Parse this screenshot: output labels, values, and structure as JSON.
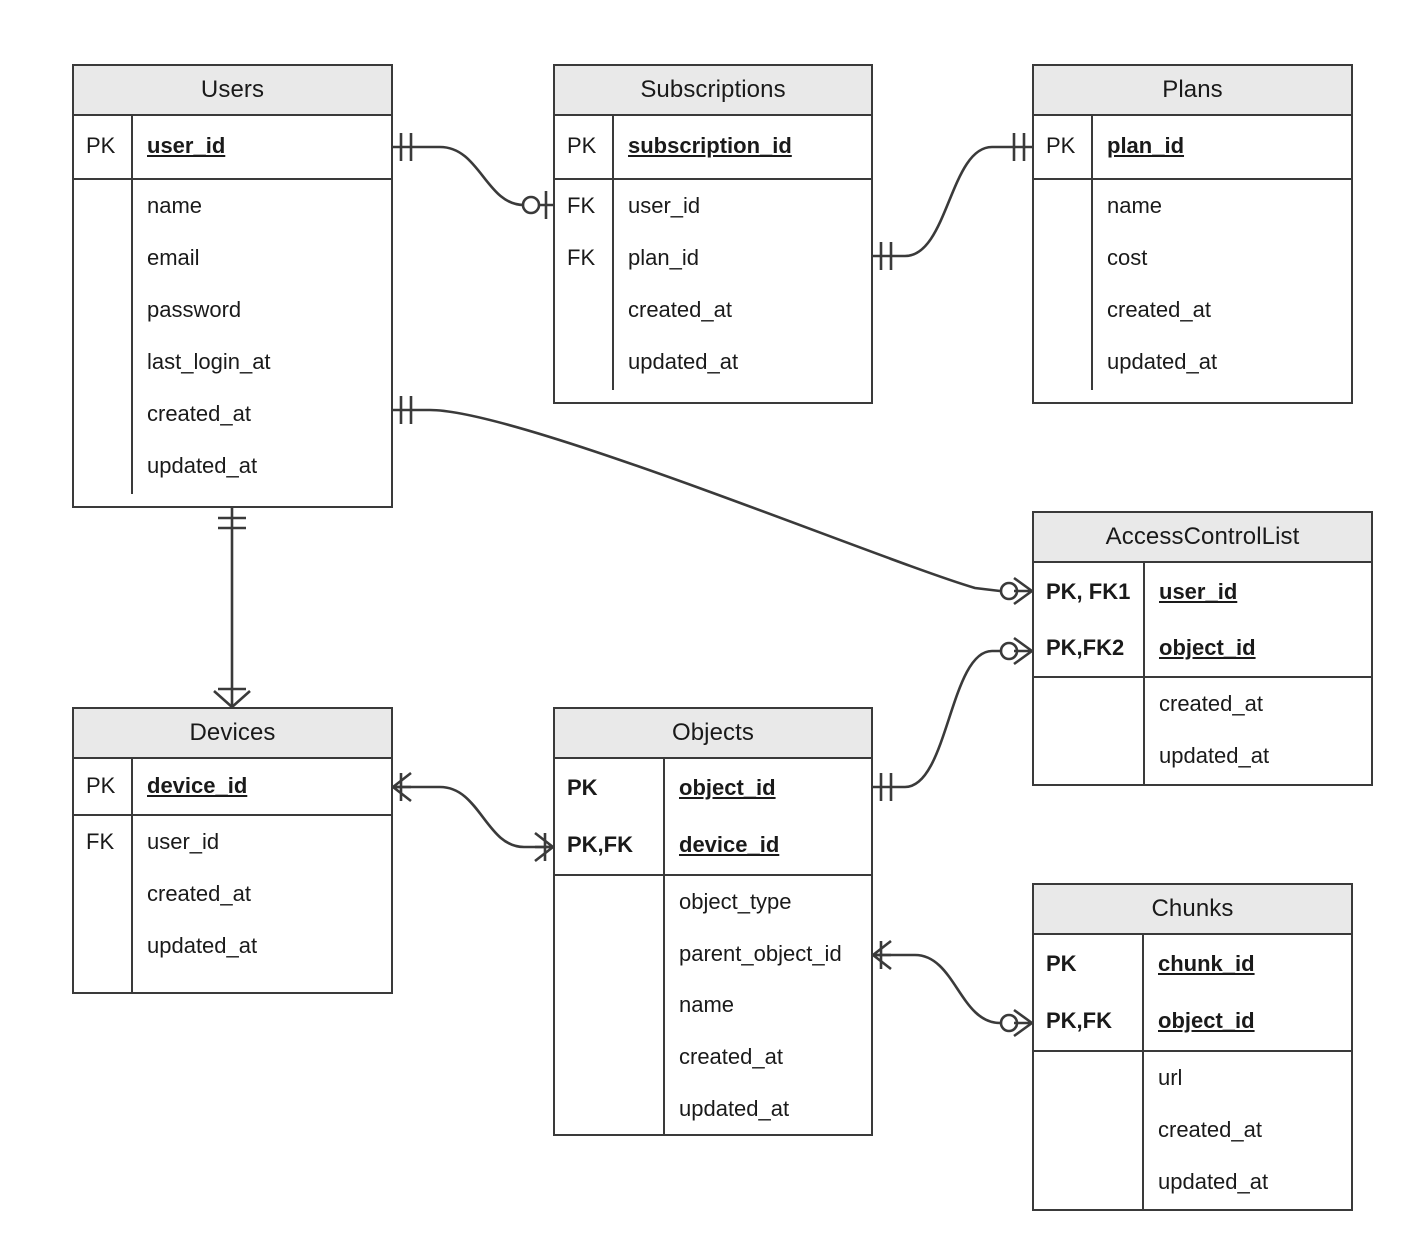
{
  "diagram": {
    "kind": "entity-relationship-diagram",
    "notation": "crows-foot",
    "colors": {
      "header_fill": "#e9e9e9",
      "border": "#3a3a3a",
      "text": "#1a1a1a",
      "background": "#ffffff"
    }
  },
  "entities": [
    {
      "id": "users",
      "title": "Users",
      "keys": [
        {
          "key": "PK",
          "field": "user_id",
          "bold": false,
          "underline": true
        }
      ],
      "attributes": [
        "name",
        "email",
        "password",
        "last_login_at",
        "created_at",
        "updated_at"
      ]
    },
    {
      "id": "subscriptions",
      "title": "Subscriptions",
      "keys": [
        {
          "key": "PK",
          "field": "subscription_id",
          "bold": false,
          "underline": true
        }
      ],
      "attributes": [
        "user_id",
        "plan_id",
        "created_at",
        "updated_at"
      ],
      "attribute_keys": [
        "FK",
        "FK",
        "",
        ""
      ]
    },
    {
      "id": "plans",
      "title": "Plans",
      "keys": [
        {
          "key": "PK",
          "field": "plan_id",
          "bold": false,
          "underline": true
        }
      ],
      "attributes": [
        "name",
        "cost",
        "created_at",
        "updated_at"
      ]
    },
    {
      "id": "accesscontrollist",
      "title": "AccessControlList",
      "keys": [
        {
          "key": "PK, FK1",
          "field": "user_id",
          "bold": true,
          "underline": true
        },
        {
          "key": "PK,FK2",
          "field": "object_id",
          "bold": true,
          "underline": true
        }
      ],
      "attributes": [
        "created_at",
        "updated_at"
      ]
    },
    {
      "id": "devices",
      "title": "Devices",
      "keys": [
        {
          "key": "PK",
          "field": "device_id",
          "bold": false,
          "underline": true
        }
      ],
      "attributes": [
        "user_id",
        "created_at",
        "updated_at"
      ],
      "attribute_keys": [
        "FK",
        "",
        ""
      ]
    },
    {
      "id": "objects",
      "title": "Objects",
      "keys": [
        {
          "key": "PK",
          "field": "object_id",
          "bold": true,
          "underline": true
        },
        {
          "key": "PK,FK",
          "field": "device_id",
          "bold": true,
          "underline": true
        }
      ],
      "attributes": [
        "object_type",
        "parent_object_id",
        "name",
        "created_at",
        "updated_at"
      ]
    },
    {
      "id": "chunks",
      "title": "Chunks",
      "keys": [
        {
          "key": "PK",
          "field": "chunk_id",
          "bold": true,
          "underline": true
        },
        {
          "key": "PK,FK",
          "field": "object_id",
          "bold": true,
          "underline": true
        }
      ],
      "attributes": [
        "url",
        "created_at",
        "updated_at"
      ]
    }
  ],
  "relationships": [
    {
      "id": "users-subscriptions",
      "from": "Users.user_id",
      "to": "Subscriptions.user_id",
      "from_cardinality": "one-and-only-one",
      "to_cardinality": "zero-or-one"
    },
    {
      "id": "subscriptions-plans",
      "from": "Subscriptions.plan_id",
      "to": "Plans.plan_id",
      "from_cardinality": "one-and-only-one",
      "to_cardinality": "one-and-only-one"
    },
    {
      "id": "users-devices",
      "from": "Users.created_at",
      "to": "Devices.device_id",
      "from_cardinality": "one-and-only-one",
      "to_cardinality": "one-or-many"
    },
    {
      "id": "users-acl",
      "from": "Users.created_at",
      "to": "AccessControlList.user_id",
      "from_cardinality": "one-and-only-one",
      "to_cardinality": "zero-or-many"
    },
    {
      "id": "devices-objects",
      "from": "Devices.device_id",
      "to": "Objects.device_id",
      "from_cardinality": "one-or-many",
      "to_cardinality": "one-or-many"
    },
    {
      "id": "objects-acl",
      "from": "Objects.object_id",
      "to": "AccessControlList.object_id",
      "from_cardinality": "one-and-only-one",
      "to_cardinality": "zero-or-many"
    },
    {
      "id": "objects-chunks",
      "from": "Objects.parent_object_id",
      "to": "Chunks.object_id",
      "from_cardinality": "one-or-many",
      "to_cardinality": "zero-or-many"
    }
  ]
}
